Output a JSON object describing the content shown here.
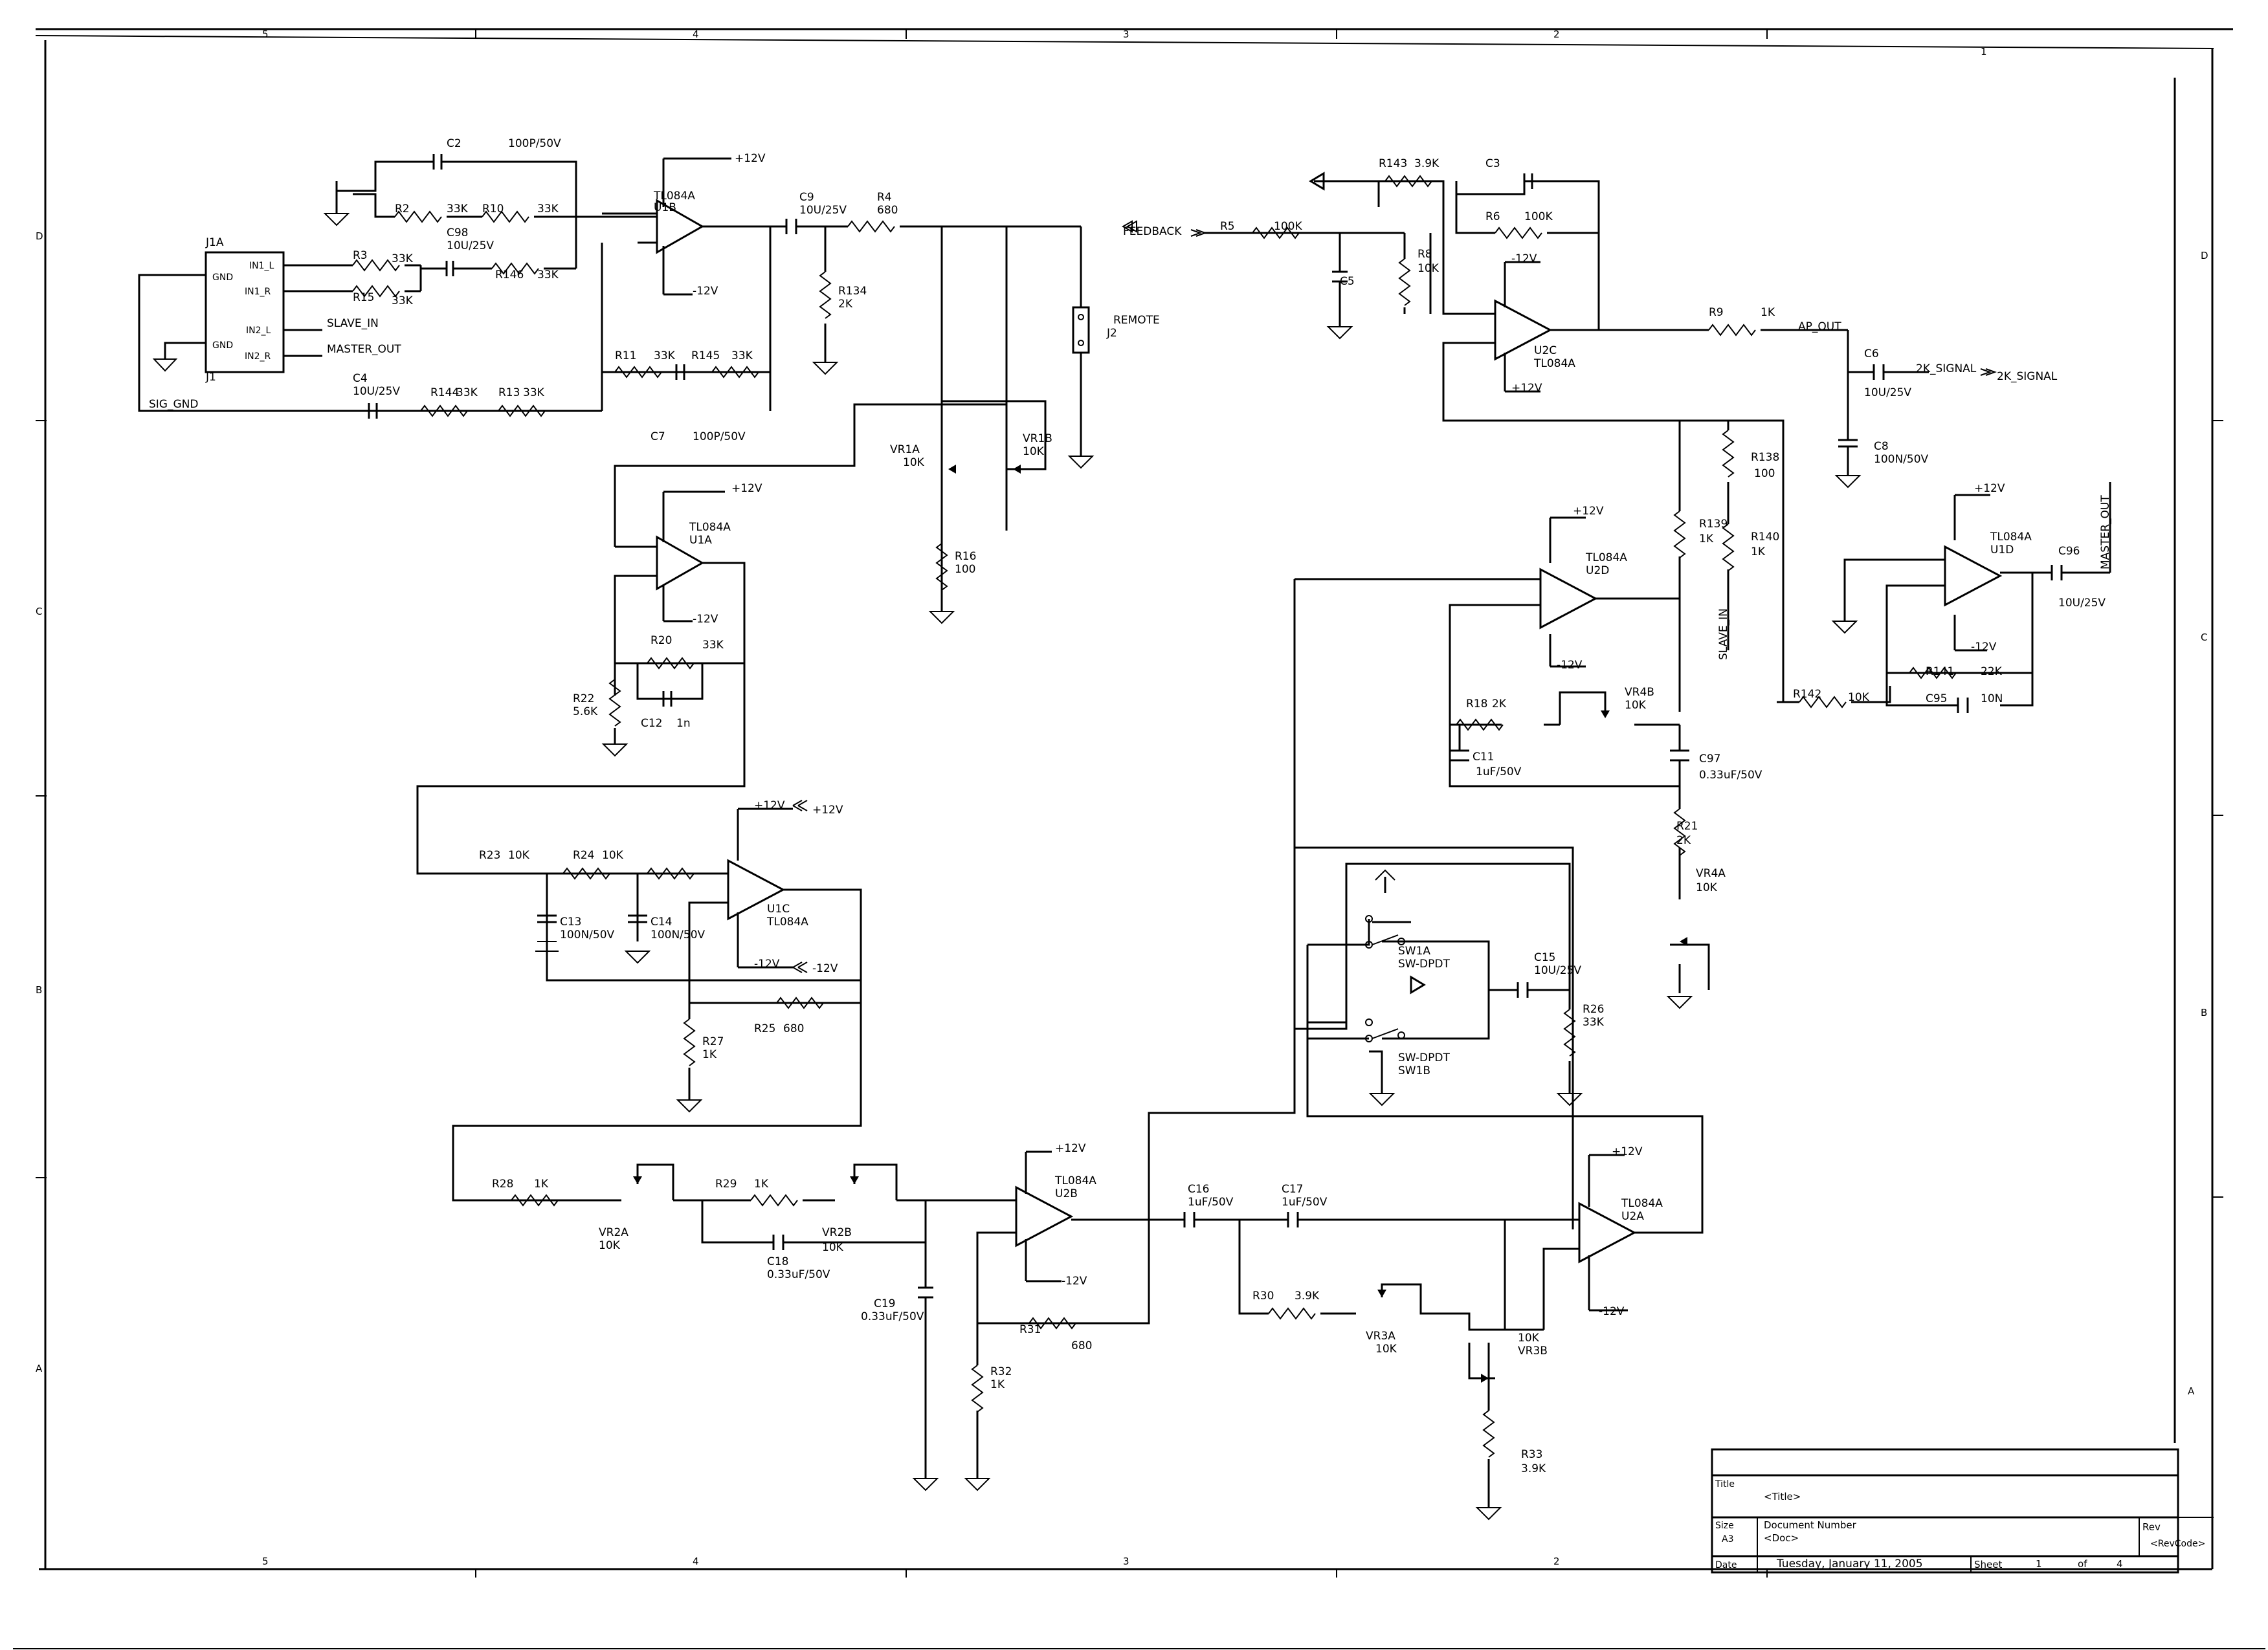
{
  "border": {
    "columns": [
      "5",
      "4",
      "3",
      "2",
      "1"
    ],
    "rows": [
      "D",
      "C",
      "B",
      "A"
    ]
  },
  "title_block": {
    "title_label": "Title",
    "title_value": "<Title>",
    "size_label": "Size",
    "size_value": "A3",
    "docnum_label": "Document Number",
    "docnum_value": "<Doc>",
    "rev_label": "Rev",
    "rev_value": "<RevCode>",
    "date_label": "Date",
    "date_value": "Tuesday, January 11, 2005",
    "sheet_label": "Sheet",
    "sheet_value": "1",
    "of_label": "of",
    "of_value": "4"
  },
  "labels": [
    "J1A",
    "J1",
    "GND",
    "GND",
    "IN1_L",
    "IN1_R",
    "IN2_L",
    "IN2_R",
    "SLAVE_IN",
    "MASTER_OUT",
    "SIG_GND",
    "R3",
    "33K",
    "R15",
    "33K",
    "C98",
    "10U/25V",
    "R146",
    "33K",
    "C2",
    "100P/50V",
    "R2",
    "33K",
    "R10",
    "33K",
    "TL084A",
    "U1B",
    "+12V",
    "-12V",
    "C9",
    "10U/25V",
    "R4",
    "680",
    "R134",
    "2K",
    "REMOTE",
    "J2",
    "R11",
    "33K",
    "R145",
    "33K",
    "C4",
    "10U/25V",
    "R144",
    "33K",
    "R13",
    "33K",
    "C7",
    "100P/50V",
    "VR1A",
    "10K",
    "VR1B",
    "10K",
    "R16",
    "100",
    "TL084A",
    "U1A",
    "+12V",
    "-12V",
    "R20",
    "33K",
    "R22",
    "5.6K",
    "C12",
    "1n",
    "+12V",
    "+12V",
    "R23",
    "10K",
    "R24",
    "10K",
    "U1C",
    "TL084A",
    "C13",
    "100N/50V",
    "C14",
    "100N/50V",
    "-12V",
    "-12V",
    "R25",
    "680",
    "R27",
    "1K",
    "R28",
    "1K",
    "VR2A",
    "10K",
    "R29",
    "1K",
    "VR2B",
    "10K",
    "C18",
    "0.33uF/50V",
    "C19",
    "0.33uF/50V",
    "TL084A",
    "U2B",
    "+12V",
    "-12V",
    "R31",
    "680",
    "R32",
    "1K",
    "C16",
    "1uF/50V",
    "C17",
    "1uF/50V",
    "R30",
    "3.9K",
    "VR3A",
    "10K",
    "10K",
    "VR3B",
    "R33",
    "3.9K",
    "TL084A",
    "U2A",
    "+12V",
    "-12V",
    "R143",
    "3.9K",
    "C3",
    "R6",
    "100K",
    "FEEDBACK",
    "R5",
    "100K",
    "C5",
    "R8",
    "10K",
    "-12V",
    "+12V",
    "U2C",
    "TL084A",
    "R9",
    "1K",
    "AP_OUT",
    "C6",
    "10U/25V",
    "2K_SIGNAL",
    "2K_SIGNAL",
    "C8",
    "100N/50V",
    "R138",
    "100",
    "R139",
    "1K",
    "R140",
    "1K",
    "SLAVE_IN",
    "+12V",
    "-12V",
    "TL084A",
    "U2D",
    "R18",
    "2K",
    "VR4B",
    "10K",
    "C11",
    "1uF/50V",
    "C97",
    "0.33uF/50V",
    "R21",
    "2K",
    "VR4A",
    "10K",
    "SW1A",
    "SW-DPDT",
    "SW-DPDT",
    "SW1B",
    "C15",
    "10U/25V",
    "R26",
    "33K",
    "TL084A",
    "U1D",
    "+12V",
    "-12V",
    "C96",
    "10U/25V",
    "MASTER_OUT",
    "R141",
    "22K",
    "R142",
    "10K",
    "C95",
    "10N"
  ]
}
